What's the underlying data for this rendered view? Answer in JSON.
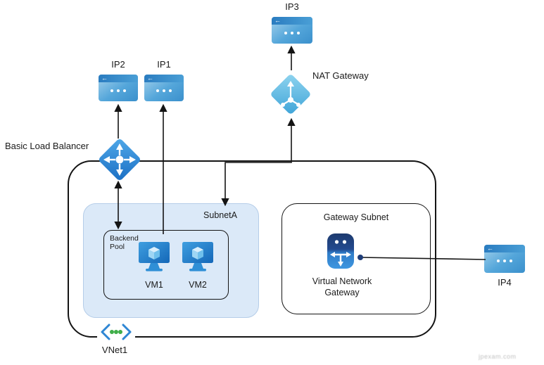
{
  "labels": {
    "ip1": "IP1",
    "ip2": "IP2",
    "ip3": "IP3",
    "ip4": "IP4",
    "nat_gateway": "NAT Gateway",
    "basic_load_balancer": "Basic Load Balancer",
    "subnet_a": "SubnetA",
    "backend_pool": "Backend Pool",
    "vm1": "VM1",
    "vm2": "VM2",
    "gateway_subnet": "Gateway Subnet",
    "virtual_network_gateway": "Virtual Network Gateway",
    "vnet1": "VNet1"
  },
  "icons": {
    "back_arrow": "←"
  },
  "watermark": "jpexam.com",
  "colors": {
    "icon_blue": "#2f8fd6",
    "icon_blue_dark": "#1b6fc4",
    "nat_cyan": "#53b7e0",
    "vng_navy": "#1f3d78",
    "subnet_fill": "#dbe9f8",
    "green_dot": "#3fae49",
    "line": "#141414"
  }
}
